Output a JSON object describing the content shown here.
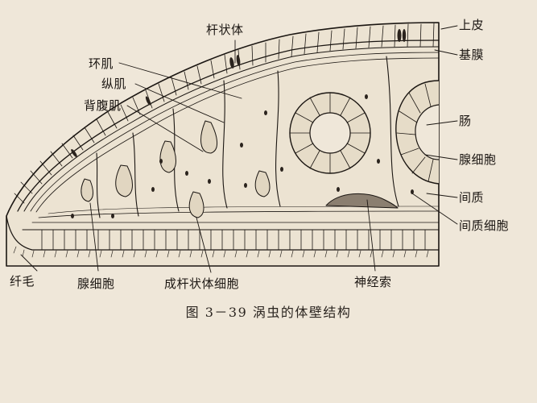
{
  "labels": {
    "rod_bodies": "杆状体",
    "circular_muscle": "环肌",
    "longitudinal_muscle": "纵肌",
    "dorsoventral_muscle": "背腹肌",
    "epidermis": "上皮",
    "basement_membrane": "基膜",
    "intestine": "肠",
    "gland_cell_right": "腺细胞",
    "mesenchyme": "间质",
    "mesenchyme_cell": "间质细胞",
    "cilia": "纤毛",
    "gland_cell_bottom": "腺细胞",
    "rhabdite_forming_cell": "成杆状体细胞",
    "nerve_cord": "神经索"
  },
  "caption": "图 3－39   涡虫的体壁结构",
  "colors": {
    "paper": "#efe7d9",
    "ink": "#1b1612",
    "mesenchyme_fill": "#ece3d2"
  }
}
